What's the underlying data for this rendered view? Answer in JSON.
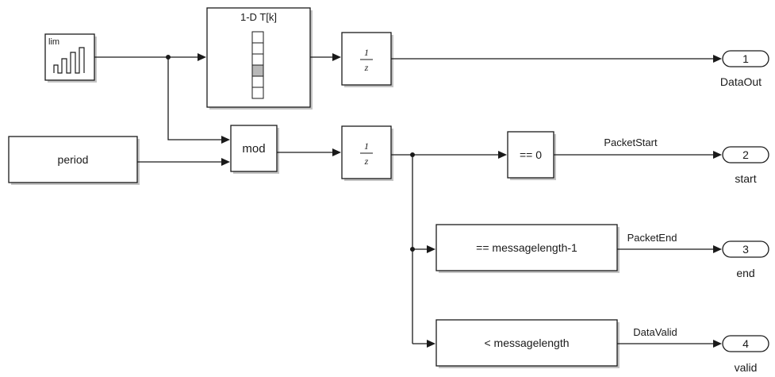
{
  "blocks": {
    "counter_label": "lim",
    "lookup_label": "1-D T[k]",
    "mod_label": "mod",
    "period_label": "period",
    "delay1_num": "1",
    "delay1_den": "z",
    "delay2_num": "1",
    "delay2_den": "z",
    "eq0_label": "== 0",
    "eqlen_label": "== messagelength-1",
    "lt_label": "< messagelength"
  },
  "signals": {
    "packet_start": "PacketStart",
    "packet_end": "PacketEnd",
    "data_valid": "DataValid"
  },
  "outports": [
    {
      "number": "1",
      "name": "DataOut"
    },
    {
      "number": "2",
      "name": "start"
    },
    {
      "number": "3",
      "name": "end"
    },
    {
      "number": "4",
      "name": "valid"
    }
  ]
}
